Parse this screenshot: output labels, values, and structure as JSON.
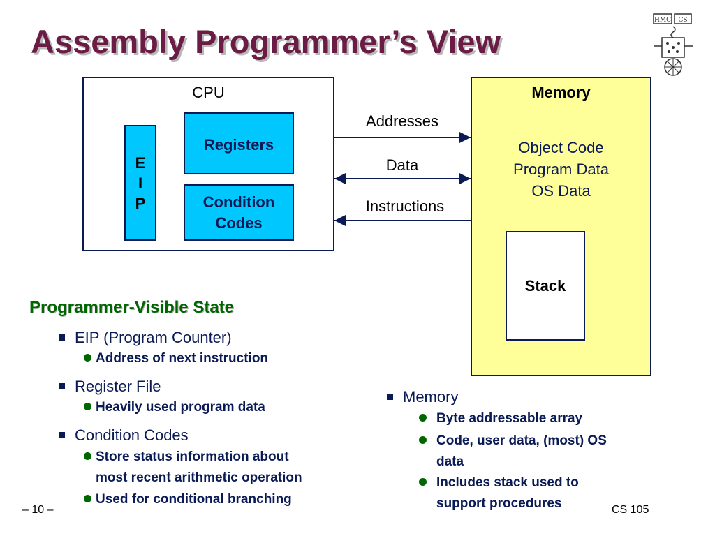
{
  "title": "Assembly Programmer’s View",
  "diagram": {
    "cpu": {
      "label": "CPU",
      "eip_letters": [
        "E",
        "I",
        "P"
      ],
      "registers": "Registers",
      "condition_codes_line1": "Condition",
      "condition_codes_line2": "Codes"
    },
    "memory": {
      "label": "Memory",
      "contents": [
        "Object Code",
        "Program Data",
        "OS Data"
      ],
      "stack": "Stack"
    },
    "links": {
      "addresses": "Addresses",
      "data": "Data",
      "instructions": "Instructions"
    }
  },
  "left_list": {
    "heading": "Programmer-Visible State",
    "eip": {
      "label": "EIP (Program Counter)",
      "sub": [
        "Address of next instruction"
      ]
    },
    "register_file": {
      "label": "Register File",
      "sub": [
        "Heavily used program data"
      ]
    },
    "condition_codes": {
      "label": "Condition Codes",
      "sub1_line1": "Store status information about",
      "sub1_line2": "most recent arithmetic operation",
      "sub2": "Used for conditional branching"
    }
  },
  "right_list": {
    "label": "Memory",
    "sub1": "Byte addressable array",
    "sub2_line1": "Code, user data, (most) OS",
    "sub2_line2": "data",
    "sub3_line1": "Includes stack used to",
    "sub3_line2": "support procedures"
  },
  "footer": {
    "page": "– 10 –",
    "course": "CS 105"
  },
  "colors": {
    "title": "#6b1c45",
    "register_fill": "#00c8ff",
    "memory_fill": "#ffff99",
    "heading": "#006600",
    "border": "#0a1a55"
  },
  "logo_text": "HMC CS"
}
